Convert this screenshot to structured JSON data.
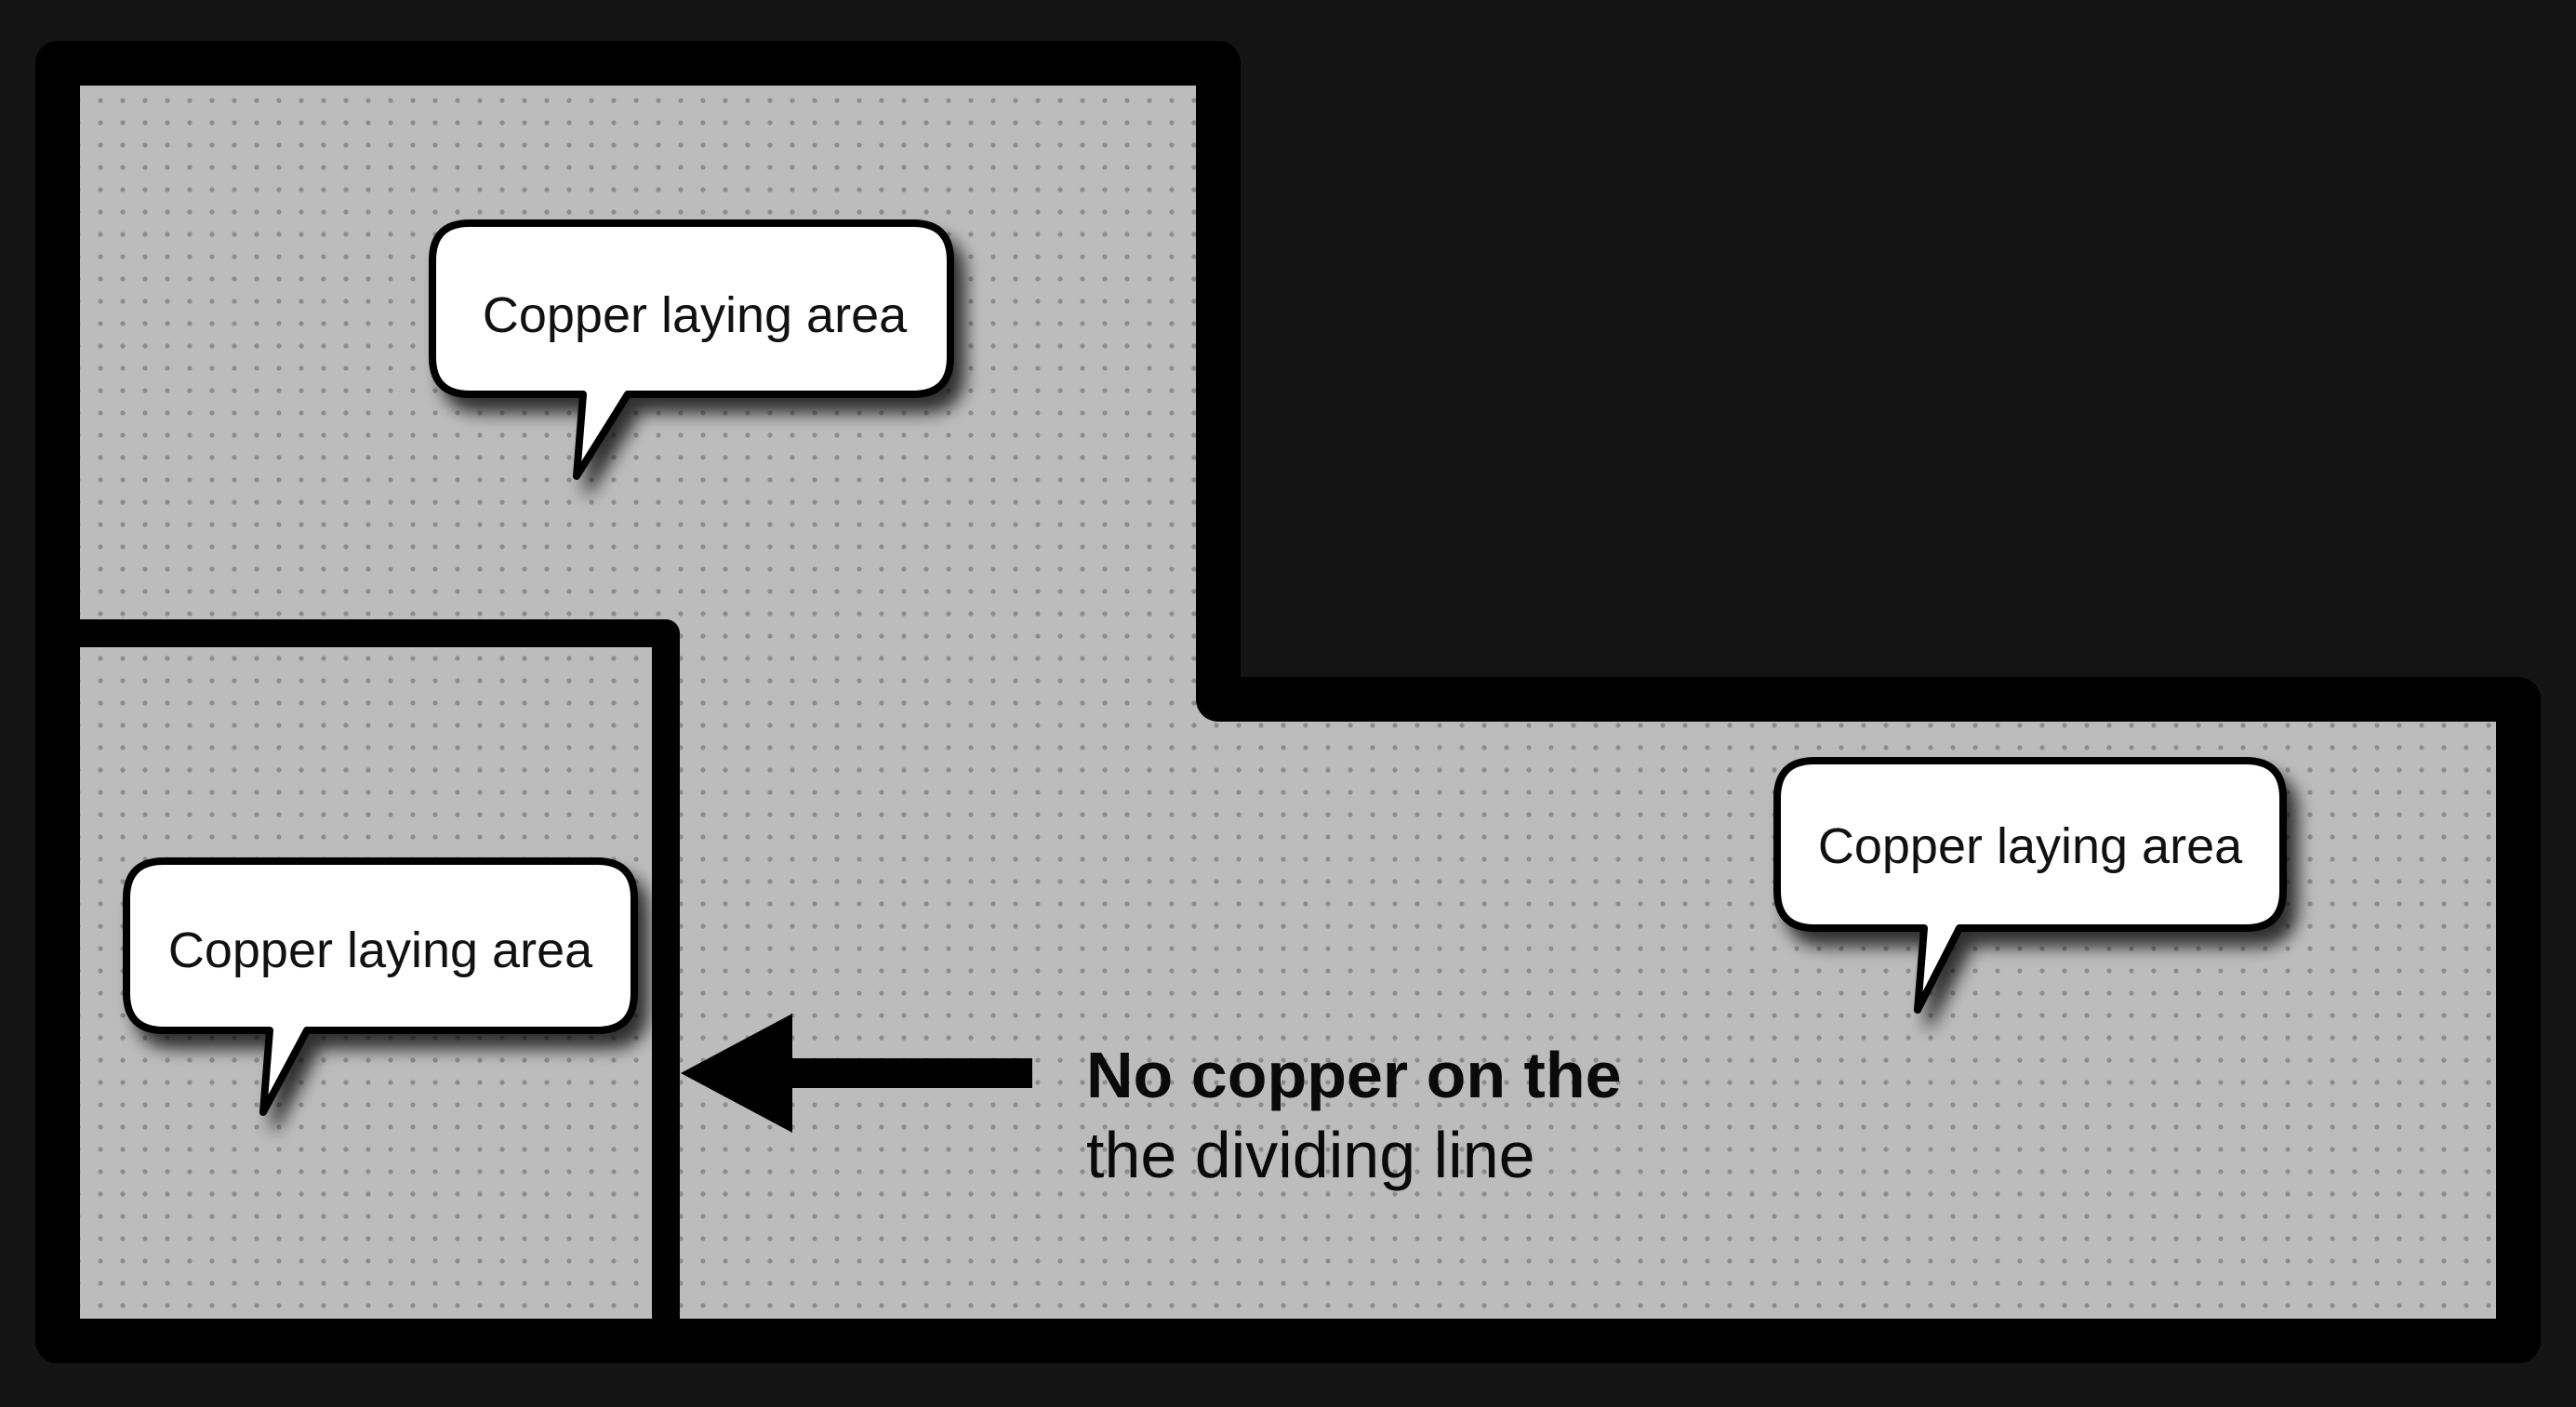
{
  "colors": {
    "background": "#141414",
    "board_fill": "#b9b9b9",
    "board_outline": "#000000",
    "bubble_fill": "#ffffff",
    "text": "#111111"
  },
  "regions": [
    {
      "name": "upper-left-area",
      "label": "Copper laying area"
    },
    {
      "name": "lower-left-area",
      "label": "Copper laying area"
    },
    {
      "name": "right-area",
      "label": "Copper laying area"
    }
  ],
  "callout": {
    "line1": "No copper on the",
    "line2": "the dividing line",
    "icon": "arrow-left-icon"
  }
}
